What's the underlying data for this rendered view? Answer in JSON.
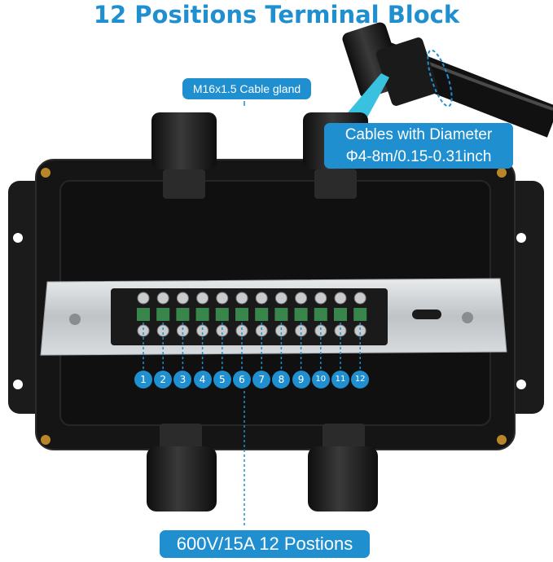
{
  "title": "12 Positions Terminal Block",
  "labels": {
    "gland": "M16x1.5 Cable gland",
    "cable_line1": "Cables with Diameter",
    "cable_line2": "Φ4-8m/0.15-0.31inch",
    "rating": "600V/15A 12 Postions"
  },
  "positions": [
    "1",
    "2",
    "3",
    "4",
    "5",
    "6",
    "7",
    "8",
    "9",
    "10",
    "11",
    "12"
  ],
  "colors": {
    "accent": "#1f8fd0",
    "enclosure": "#151515",
    "rail": "#c8cbcd"
  }
}
